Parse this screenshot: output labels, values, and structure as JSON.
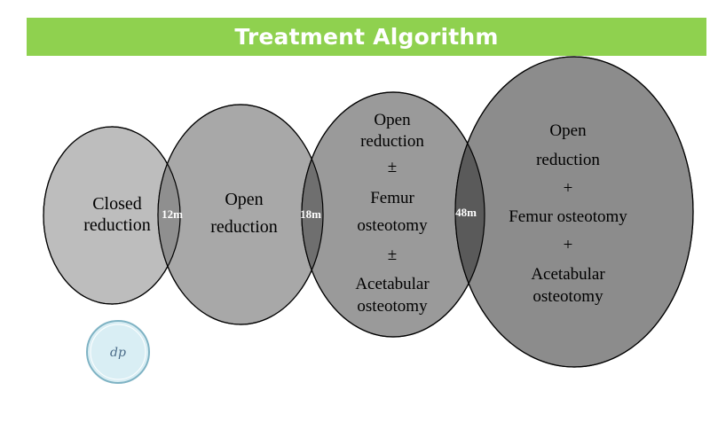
{
  "title": "Treatment Algorithm",
  "colors": {
    "title_bg": "#8fd14f",
    "title_text": "#ffffff",
    "circle_1": "#bdbdbd",
    "circle_2": "#a8a8a8",
    "circle_3": "#9a9a9a",
    "circle_4": "#8c8c8c",
    "overlap_1": "#8f8f8f",
    "overlap_2": "#6f6f6f",
    "overlap_3": "#5a5a5a",
    "stroke": "#000000"
  },
  "stages": [
    {
      "lines": [
        "Closed",
        "reduction"
      ]
    },
    {
      "lines": [
        "Open",
        "reduction"
      ]
    },
    {
      "lines": [
        "Open",
        "reduction",
        "±",
        "Femur",
        "osteotomy",
        "±",
        "Acetabular",
        "osteotomy"
      ]
    },
    {
      "lines": [
        "Open",
        "reduction",
        "+",
        "Femur osteotomy",
        "+",
        "Acetabular",
        "osteotomy"
      ]
    }
  ],
  "thresholds": [
    "12m",
    "18m",
    "48m"
  ],
  "logo": {
    "text": "dp",
    "icon": "dp-logo-icon"
  }
}
